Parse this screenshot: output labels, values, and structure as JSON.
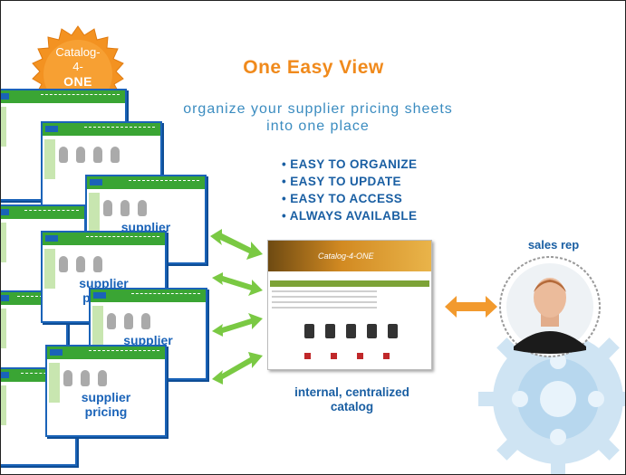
{
  "badge": {
    "line1": "Catalog-",
    "line2": "4-",
    "line3": "ONE"
  },
  "title": "One Easy View",
  "subtitle_line1": "organize your supplier pricing sheets",
  "subtitle_line2": "into one place",
  "bullets": [
    "• EASY TO ORGANIZE",
    "• EASY TO UPDATE",
    "• EASY TO ACCESS",
    "• ALWAYS AVAILABLE"
  ],
  "supplier_card_lines": [
    "supplier",
    "pricing"
  ],
  "catalog": {
    "header_text": "Catalog-4-ONE",
    "caption_line1": "internal, centralized",
    "caption_line2": "catalog"
  },
  "sales_rep_label": "sales rep",
  "colors": {
    "orange": "#f08a1c",
    "blue": "#1a5fa3",
    "green": "#7ac943",
    "card_border": "#1a63b8"
  }
}
